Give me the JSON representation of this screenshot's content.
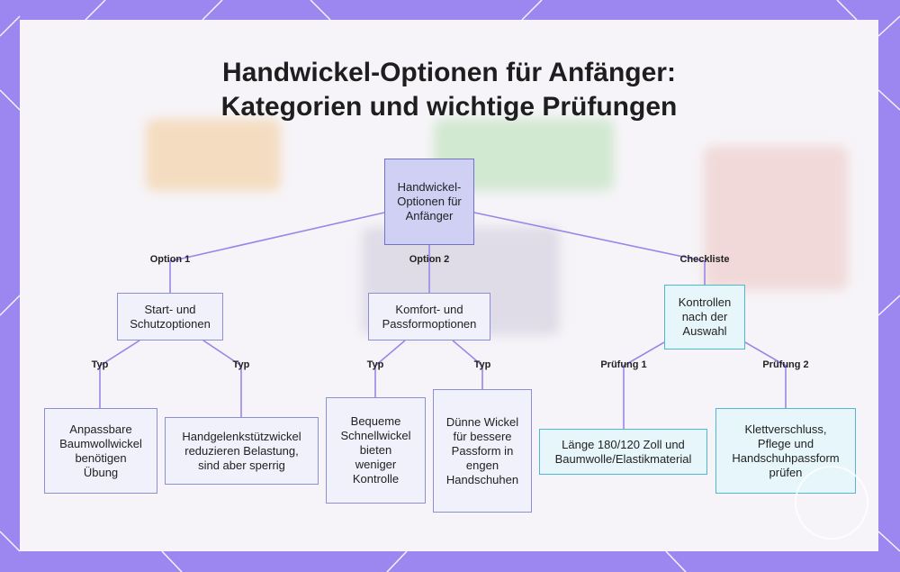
{
  "title": {
    "line1": "Handwickel-Optionen für Anfänger:",
    "line2": "Kategorien und wichtige Prüfungen"
  },
  "colors": {
    "frame": "#9b87ef",
    "root_fill": "#cfd0f4",
    "purple_stroke": "#8c8fd2",
    "teal_stroke": "#4fb7cf",
    "purple_edge": "#9a86e8"
  },
  "nodes": {
    "root": [
      "Handwickel-",
      "Optionen für",
      "Anfänger"
    ],
    "start": [
      "Start- und",
      "Schutzoptionen"
    ],
    "komfort": [
      "Komfort- und",
      "Passformoptionen"
    ],
    "kontrollen": [
      "Kontrollen",
      "nach der",
      "Auswahl"
    ],
    "baumwoll": [
      "Anpassbare",
      "Baumwollwickel",
      "benötigen",
      "Übung"
    ],
    "handgelenk": [
      "Handgelenkstützwickel",
      "reduzieren Belastung,",
      "sind aber sperrig"
    ],
    "bequeme": [
      "Bequeme",
      "Schnellwickel",
      "bieten",
      "weniger",
      "Kontrolle"
    ],
    "duenne": [
      "Dünne Wickel",
      "für bessere",
      "Passform in",
      "engen",
      "Handschuhen"
    ],
    "laenge": [
      "Länge 180/120 Zoll und",
      "Baumwolle/Elastikmaterial"
    ],
    "klett": [
      "Klettverschluss,",
      "Pflege und",
      "Handschuhpassform",
      "prüfen"
    ]
  },
  "edge_labels": {
    "option1": "Option 1",
    "option2": "Option 2",
    "checkliste": "Checkliste",
    "typ1": "Typ",
    "typ2": "Typ",
    "typ3": "Typ",
    "typ4": "Typ",
    "pruefung1": "Prüfung 1",
    "pruefung2": "Prüfung 2"
  }
}
